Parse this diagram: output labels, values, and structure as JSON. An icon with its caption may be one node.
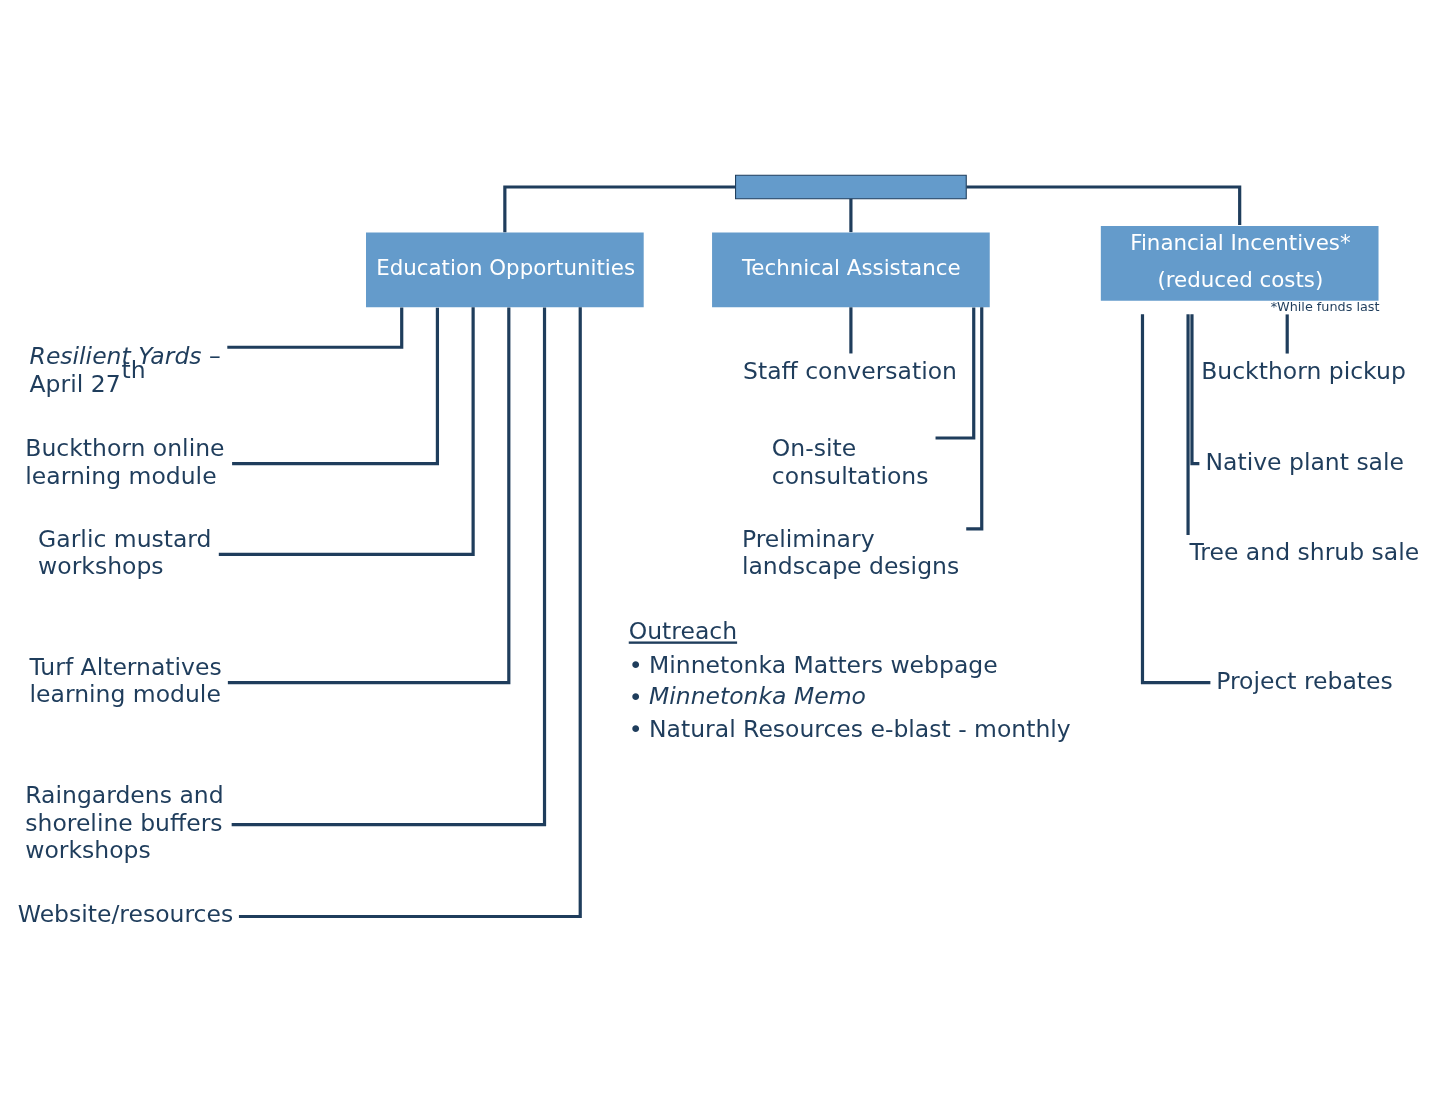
{
  "diagram": {
    "nodes": [
      {
        "text": [],
        "shape": "box"
      },
      {
        "text": [
          "Education Opportunities"
        ]
      },
      {
        "text": [
          "Technical Assistance"
        ]
      },
      {
        "text": [
          "Financial Incentives* (reduced costs)"
        ],
        "beside": [
          "*While funds last"
        ]
      },
      {
        "text": [
          "*Resilient Yards* – April 27$^{th}$"
        ]
      },
      {
        "text": [
          "Buckthorn online learning module"
        ]
      },
      {
        "text": [
          "Garlic mustard workshops"
        ]
      },
      {
        "text": [
          "Turf Alternatives learning module"
        ]
      },
      {
        "text": [
          "Raingardens and shoreline buffers workshops"
        ]
      },
      {
        "text": [
          "Website/resources"
        ]
      },
      {
        "text": [
          "Staff conversation"
        ]
      },
      {
        "text": [
          "On-site consultations"
        ]
      },
      {
        "text": [
          "Preliminary landscape designs"
        ]
      },
      {
        "text": [
          "Buckthorn pickup"
        ]
      },
      {
        "text": [
          "Native plant sale"
        ]
      },
      {
        "text": [
          "Tree and shrub sale"
        ]
      },
      {
        "text": [
          "Project rebates"
        ]
      }
    ],
    "edges": [
      {
        "from": 0,
        "to": 1,
        "arrow": "none"
      },
      {
        "from": 0,
        "to": 2,
        "arrow": "none"
      },
      {
        "from": 0,
        "to": 3,
        "arrow": "none"
      },
      {
        "from": 1,
        "to": 4,
        "arrow": "none"
      },
      {
        "from": 1,
        "to": 5,
        "arrow": "none"
      },
      {
        "from": 1,
        "to": 6,
        "arrow": "none"
      },
      {
        "from": 1,
        "to": 7,
        "arrow": "none"
      },
      {
        "from": 1,
        "to": 8,
        "arrow": "none"
      },
      {
        "from": 1,
        "to": 9,
        "arrow": "none"
      },
      {
        "from": 2,
        "to": 10,
        "arrow": "none"
      },
      {
        "from": 2,
        "to": 11,
        "arrow": "none"
      },
      {
        "from": 2,
        "to": 12,
        "arrow": "none"
      },
      {
        "from": 3,
        "to": 13,
        "arrow": "none"
      },
      {
        "from": 3,
        "to": 14,
        "arrow": "none"
      },
      {
        "from": 3,
        "to": 15,
        "arrow": "none"
      },
      {
        "from": 3,
        "to": 16,
        "arrow": "none"
      }
    ],
    "labels": [
      "Outreach",
      "•",
      "Minnetonka Matters webpage",
      "•",
      "Minnetonka Memo",
      "•",
      "Natural Resources e-blast - monthly"
    ]
  }
}
